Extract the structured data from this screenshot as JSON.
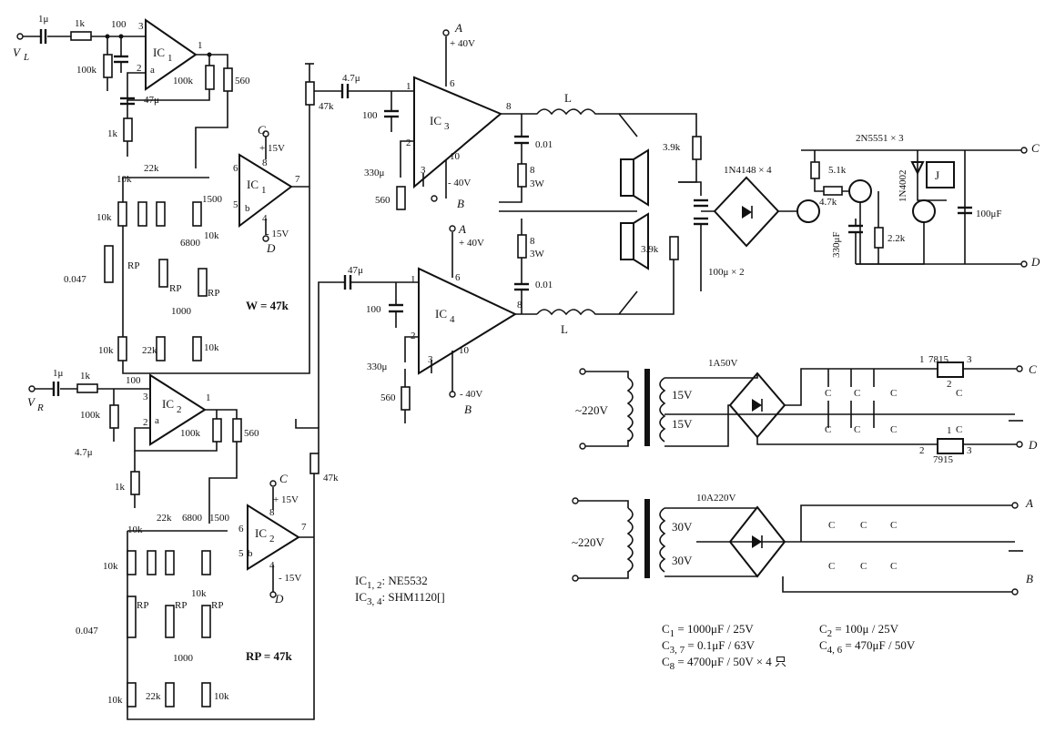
{
  "labels": {
    "vl": "V",
    "vl_sub": "L",
    "vr": "V",
    "vr_sub": "R",
    "ic1a": "IC",
    "ic1a_sub": "1",
    "ic1b": "IC",
    "ic1b_sub": "1",
    "ic2a": "IC",
    "ic2a_sub": "2",
    "ic2b": "IC",
    "ic2b_sub": "2",
    "ic3": "IC",
    "ic3_sub": "3",
    "ic4": "IC",
    "ic4_sub": "4",
    "node_a": "A",
    "node_b": "B",
    "node_c": "C",
    "node_d": "D",
    "p40": "+ 40V",
    "m40": "- 40V",
    "p15": "+ 15V",
    "m15": "- 15V",
    "p1u": "1μ",
    "p1k": "1k",
    "p100": "100",
    "p100k": "100k",
    "p47u": "47μ",
    "p47u_2": "47μ",
    "p4_7u": "4.7μ",
    "p4_7u_2": "4.7μ",
    "p560": "560",
    "p22k": "22k",
    "p10k": "10k",
    "p1500": "1500",
    "p6800": "6800",
    "p1000": "1000",
    "p0047": "0.047",
    "rp": "RP",
    "w47k": "W = 47k",
    "rp47k": "RP = 47k",
    "p47k": "47k",
    "p330u": "330μ",
    "p001": "0.01",
    "p8": "8",
    "p3w": "3W",
    "l": "L",
    "p3_9k": "3.9k",
    "diodes": "1N4148 × 4",
    "cap100x2": "100μ × 2",
    "trans": "2N5551 × 3",
    "p5_1k": "5.1k",
    "p4_7k": "4.7k",
    "p2_2k": "2.2k",
    "p330uf": "330μF",
    "d1n4002": "1N4002",
    "relay": "J",
    "p100uf": "100μF",
    "mains": "~220V",
    "mains2": "~220V",
    "fuse1": "1A50V",
    "fuse2": "10A220V",
    "v15": "15V",
    "v30": "30V",
    "reg7815": "7815",
    "reg7915": "7915",
    "pin1": "1",
    "pin2": "2",
    "pin3": "3",
    "pin6": "6",
    "pin7": "7",
    "pin8": "8",
    "pin4": "4",
    "pin5": "5",
    "pin10": "10",
    "pa": "a",
    "pb": "b",
    "c1": "C",
    "c2": "C",
    "c3": "C",
    "c4": "C",
    "c5": "C",
    "c6": "C",
    "c7": "C",
    "ic12_line": "IC",
    "ic12_sub": "1, 2",
    "ic12_val": ": NE5532",
    "ic34_line": "IC",
    "ic34_sub": "3, 4",
    "ic34_val": ": SHM1120[]",
    "note1": "C",
    "note1_sub": "1",
    "note1_val": " = 1000μF / 25V",
    "note2": "C",
    "note2_sub": "2",
    "note2_val": " = 100μ / 25V",
    "note3": "C",
    "note3_sub": "3, 7",
    "note3_val": " = 0.1μF / 63V",
    "note4": "C",
    "note4_sub": "4, 6",
    "note4_val": " = 470μF / 50V",
    "note5": "C",
    "note5_sub": "8",
    "note5_val": " = 4700μF / 50V × 4 只"
  }
}
